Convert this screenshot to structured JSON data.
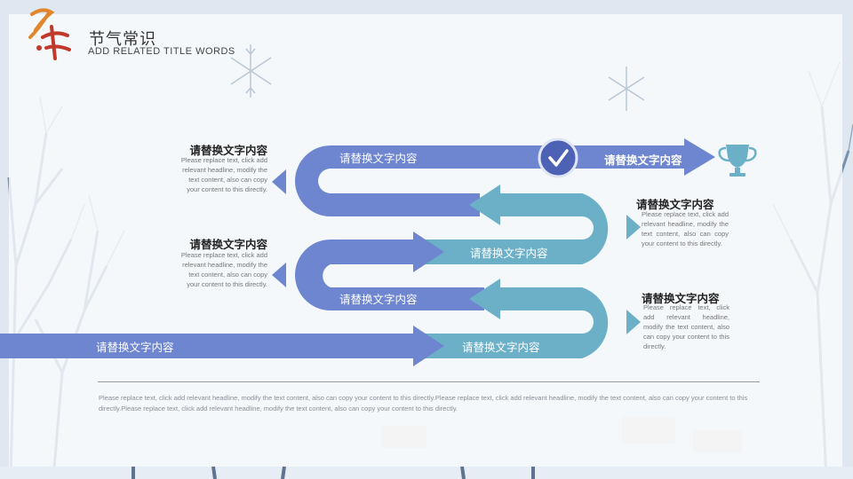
{
  "header": {
    "title": "节气常识",
    "subtitle": "ADD RELATED TITLE WORDS"
  },
  "flow": {
    "top_arrow_left_label": "请替换文字内容",
    "top_arrow_right_label": "请替换文字内容",
    "middle_arrow_label": "请替换文字内容",
    "third_arrow_label": "请替换文字内容",
    "bottom_arrow_left_label": "请替换文字内容",
    "bottom_arrow_right_label": "请替换文字内容"
  },
  "blocks": {
    "left_top": {
      "title": "请替换文字内容",
      "body": "Please replace text, click add relevant headline, modify the text content, also can copy your content to this directly."
    },
    "left_middle": {
      "title": "请替换文字内容",
      "body": "Please replace text, click add relevant headline, modify the text content, also can copy your content to this directly."
    },
    "right_top": {
      "title": "请替换文字内容",
      "body": "Please replace text, click add relevant headline, modify the text content, also can copy your content to this directly."
    },
    "right_bottom": {
      "title": "请替换文字内容",
      "body": "Please replace text, click add relevant headline, modify the text content, also can copy your content to this directly."
    }
  },
  "footer": {
    "text": "Please replace text, click add relevant headline, modify the text content, also can copy your content to this directly.Please replace text, click add relevant headline, modify the text content, also can copy your content to this directly.Please replace text, click add relevant headline, modify the text content, also can copy your content to this directly."
  },
  "colors": {
    "blue": "#6e85cf",
    "teal": "#6cb0c8",
    "dark_blue": "#4d62b5"
  },
  "icons": [
    "check-icon",
    "trophy-icon",
    "triangle-left-icon",
    "triangle-right-icon"
  ]
}
